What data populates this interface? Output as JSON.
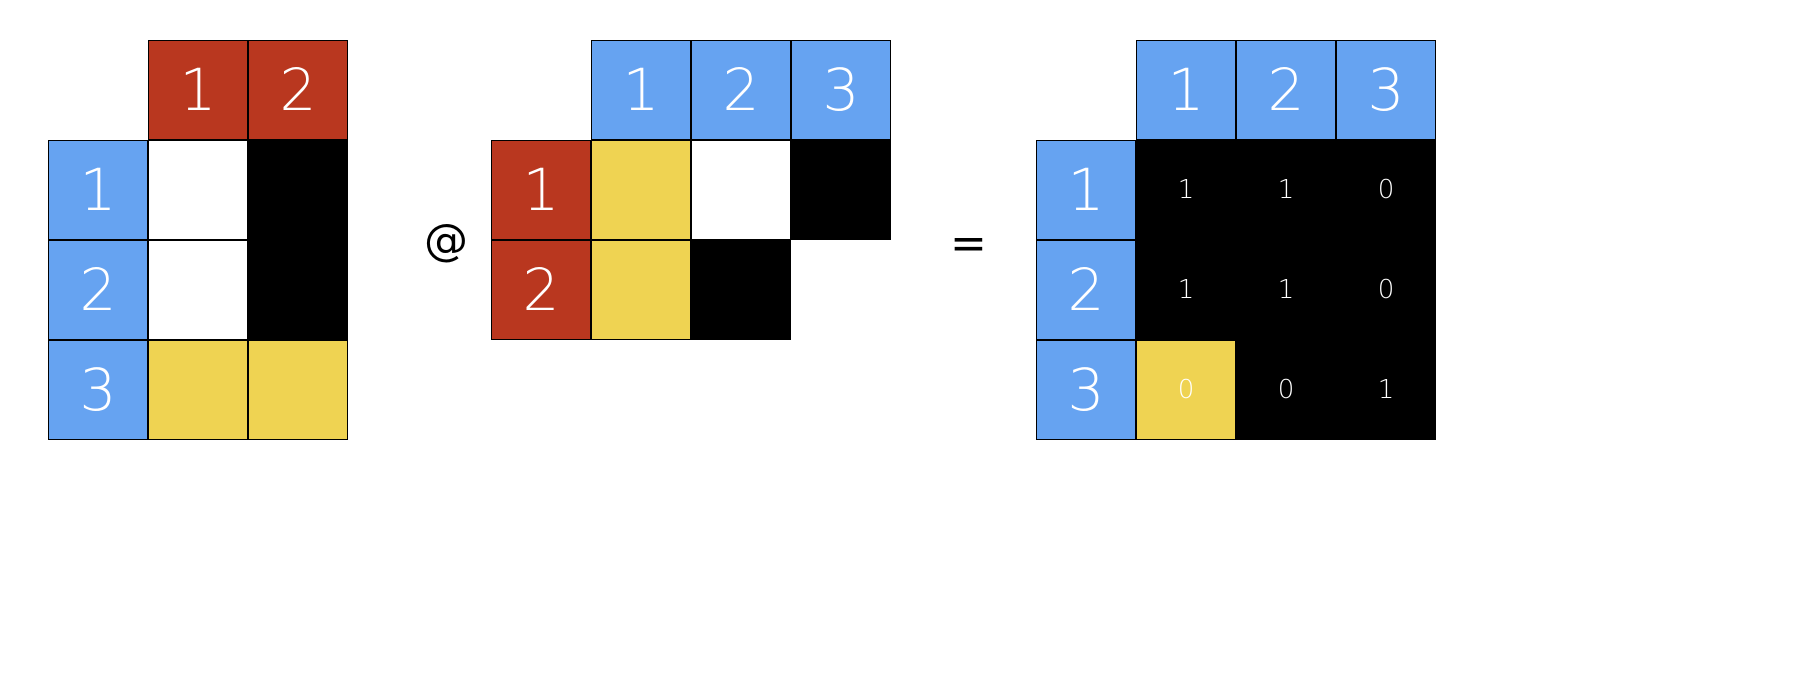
{
  "colors": {
    "blue": "#66a3f1",
    "red": "#b9371f",
    "yellow": "#efd352",
    "black": "#000000",
    "white": "#ffffff"
  },
  "operators": {
    "matmul": "@",
    "equals": "="
  },
  "matrix_a": {
    "col_headers": [
      "1",
      "2"
    ],
    "row_headers": [
      "1",
      "2",
      "3"
    ],
    "cells": [
      [
        "white",
        "black"
      ],
      [
        "white",
        "black"
      ],
      [
        "yellow",
        "yellow"
      ]
    ]
  },
  "matrix_b": {
    "col_headers": [
      "1",
      "2",
      "3"
    ],
    "row_headers": [
      "1",
      "2"
    ],
    "cells": [
      [
        "yellow",
        "white",
        "black"
      ],
      [
        "yellow",
        "black",
        "empty"
      ]
    ]
  },
  "result": {
    "col_headers": [
      "1",
      "2",
      "3"
    ],
    "row_headers": [
      "1",
      "2",
      "3"
    ],
    "values": [
      [
        "1",
        "1",
        "0"
      ],
      [
        "1",
        "1",
        "0"
      ],
      [
        "0",
        "0",
        "1"
      ]
    ],
    "cells": [
      [
        "black",
        "black",
        "black"
      ],
      [
        "black",
        "black",
        "black"
      ],
      [
        "yellow",
        "black",
        "black"
      ]
    ]
  }
}
